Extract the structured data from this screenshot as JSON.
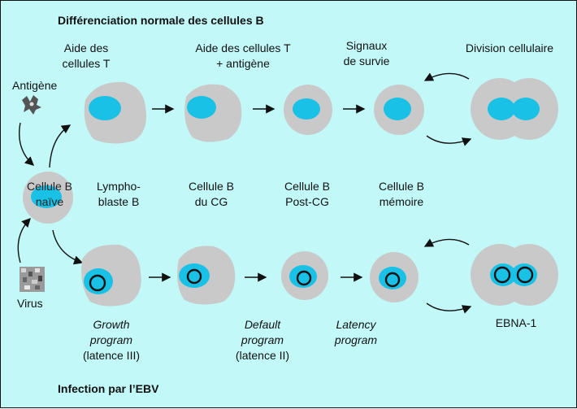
{
  "titles": {
    "top": "Différenciation normale des cellules B",
    "bottom": "Infection par l’EBV"
  },
  "top_row": {
    "headers": {
      "t_help": [
        "Aide des",
        "cellules T"
      ],
      "t_help_antigen": [
        "Aide des cellules T",
        "+ antigène"
      ],
      "survival": [
        "Signaux",
        "de survie"
      ],
      "division": "Division cellulaire"
    },
    "stages": {
      "lymphoblast": [
        "Lympho-",
        "blaste B"
      ],
      "gc": [
        "Cellule B",
        "du CG"
      ],
      "post_gc": [
        "Cellule B",
        "Post-CG"
      ],
      "memory": [
        "Cellule B",
        "mémoire"
      ]
    }
  },
  "left": {
    "antigen": "Antigène",
    "naive": [
      "Cellule B",
      "naïve"
    ],
    "virus": "Virus"
  },
  "bottom_row": {
    "growth": [
      "Growth",
      "program",
      "(latence III)"
    ],
    "default": [
      "Default",
      "program",
      "(latence II)"
    ],
    "latency": [
      "Latency",
      "program"
    ],
    "ebna": "EBNA-1"
  },
  "colors": {
    "background": "#c2f8f8",
    "cell": "#c9c9c9",
    "nucleus": "#19c1e6",
    "episome": "#111111"
  }
}
